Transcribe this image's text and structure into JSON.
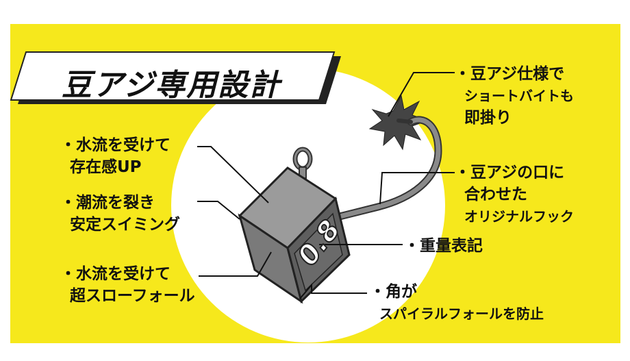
{
  "title": "豆アジ専用設計",
  "weight_marking": "0.8",
  "callouts": {
    "hook_tip": [
      "・豆アジ仕様で",
      "ショートバイトも",
      "即掛り"
    ],
    "hook_shape": [
      "・豆アジの口に",
      "合わせた",
      "オリジナルフック"
    ],
    "weight_mark": [
      "・重量表記"
    ],
    "corner": [
      "・角が",
      "スパイラルフォールを防止"
    ],
    "top_face": [
      "・水流を受けて",
      "存在感UP"
    ],
    "edge": [
      "・潮流を裂き",
      "安定スイミング"
    ],
    "front_face": [
      "・水流を受けて",
      "超スローフォール"
    ]
  },
  "colors": {
    "background": "#f6e81c",
    "circle": "#ffffff",
    "title_bg": "#ffffff",
    "title_shadow": "#222222",
    "head_top": "#9b9b9b",
    "head_left": "#7a7a7a",
    "head_right": "#5e5e5e",
    "hook": "#8a8a8a",
    "burst": "#444444"
  }
}
